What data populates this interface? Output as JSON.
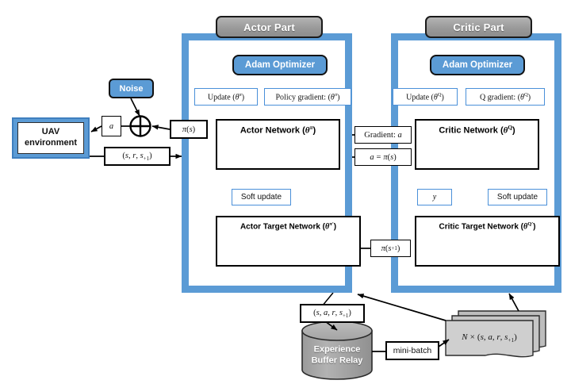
{
  "diagram": {
    "title": "DDPG UAV control architecture",
    "colors": {
      "frame_blue": "#5B9BD5",
      "accent_blue": "#4A90D9",
      "header_gray": "#9a9a9a",
      "cylinder_gray": "#a6a6a6",
      "doc_gray": "#c9c9c9",
      "node_pink": "#f0a0a0",
      "edge_blue": "#7b7fd0"
    }
  },
  "actor_part": {
    "title": "Actor Part",
    "optimizer": "Adam Optimizer",
    "update_label": "Update (θπ)",
    "policy_gradient_label": "Policy gradient: (θπ)",
    "network_title": "Actor Network (θπ)",
    "soft_update_label": "Soft update",
    "target_network_title": "Actor Target Network (θπ′)"
  },
  "critic_part": {
    "title": "Critic Part",
    "optimizer": "Adam Optimizer",
    "update_label": "Update (θQ)",
    "q_gradient_label": "Q gradient: (θQ)",
    "network_title": "Critic Network (θQ)",
    "soft_update_label": "Soft update",
    "target_network_title": "Critic Target Network (θQ′)",
    "y_label": "y"
  },
  "environment": {
    "uav_label_line1": "UAV",
    "uav_label_line2": "environment",
    "noise_label": "Noise",
    "action_label": "a",
    "transition_label": "(s, r, s+1)",
    "policy_label": "π(s)",
    "sum_symbol": "⊕"
  },
  "middle_labels": {
    "gradient_a": "Gradient: a",
    "a_equals_pi_s": "a = π(s)",
    "pi_s_next": "π(s+1)"
  },
  "replay": {
    "sample_label": "(s, a, r, s+1)",
    "buffer_line1": "Experience",
    "buffer_line2": "Buffer Relay",
    "minibatch_label": "mini-batch",
    "batch_label": "N × (s, a, r, s+1)"
  }
}
